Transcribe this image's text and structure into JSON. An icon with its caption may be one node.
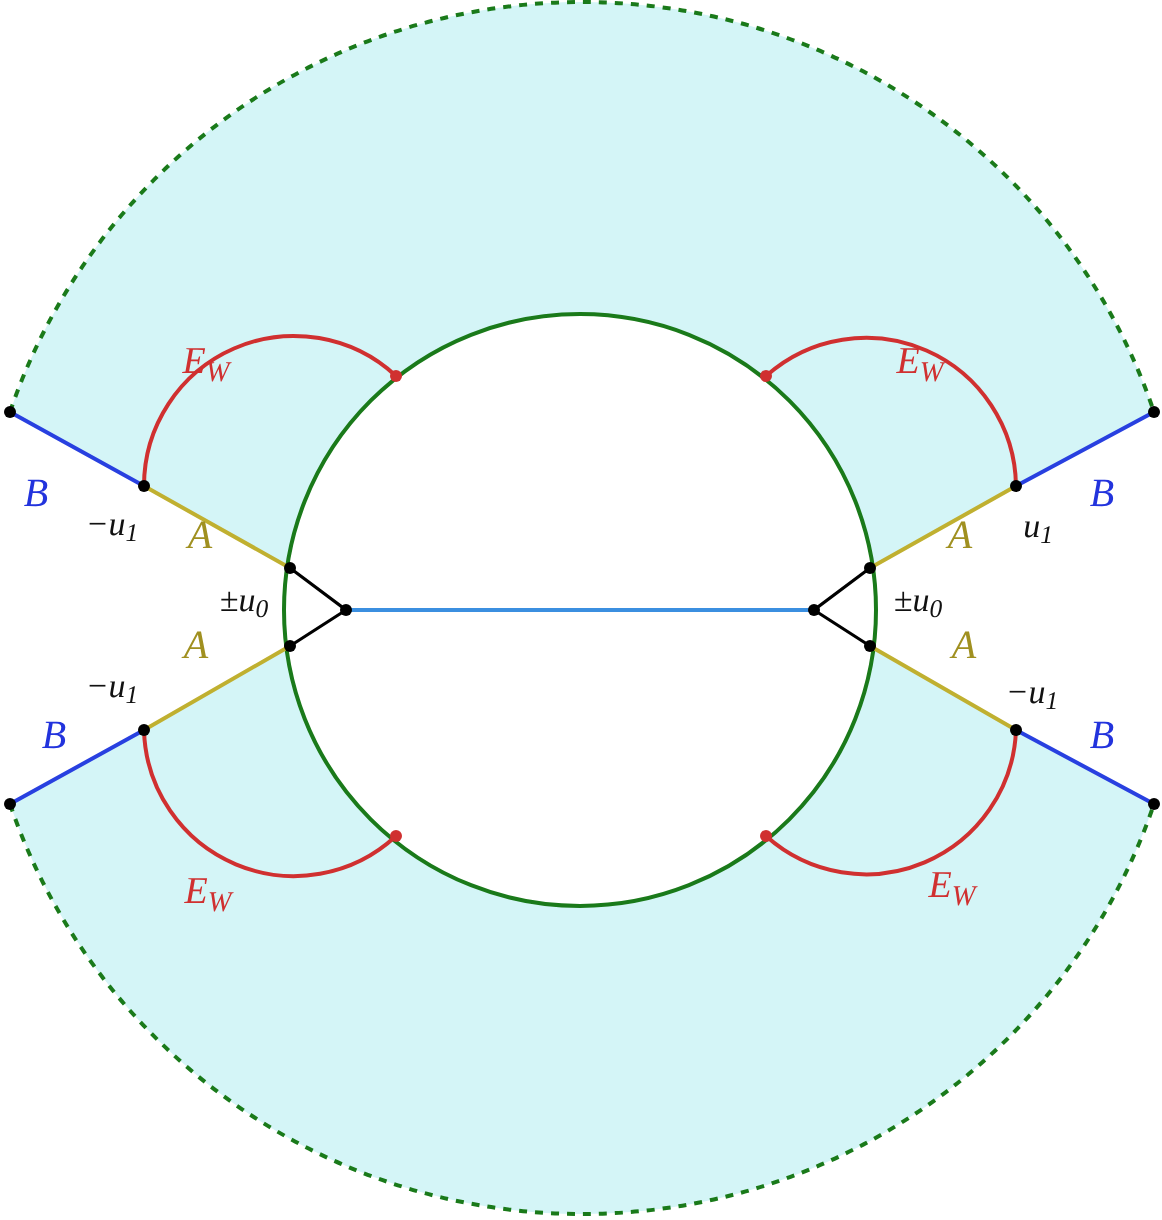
{
  "diagram": {
    "labels": [
      "E$_{W}$",
      "E$_{W}$",
      "B",
      "−u$_{1}$",
      "A",
      "B",
      "A",
      "u$_{1}$",
      "±u$_{0}$",
      "±u$_{0}$",
      "A",
      "A",
      "−u$_{1}$",
      "−u$_{1}$",
      "B",
      "B",
      "E$_{W}$",
      "E$_{W}$"
    ]
  }
}
